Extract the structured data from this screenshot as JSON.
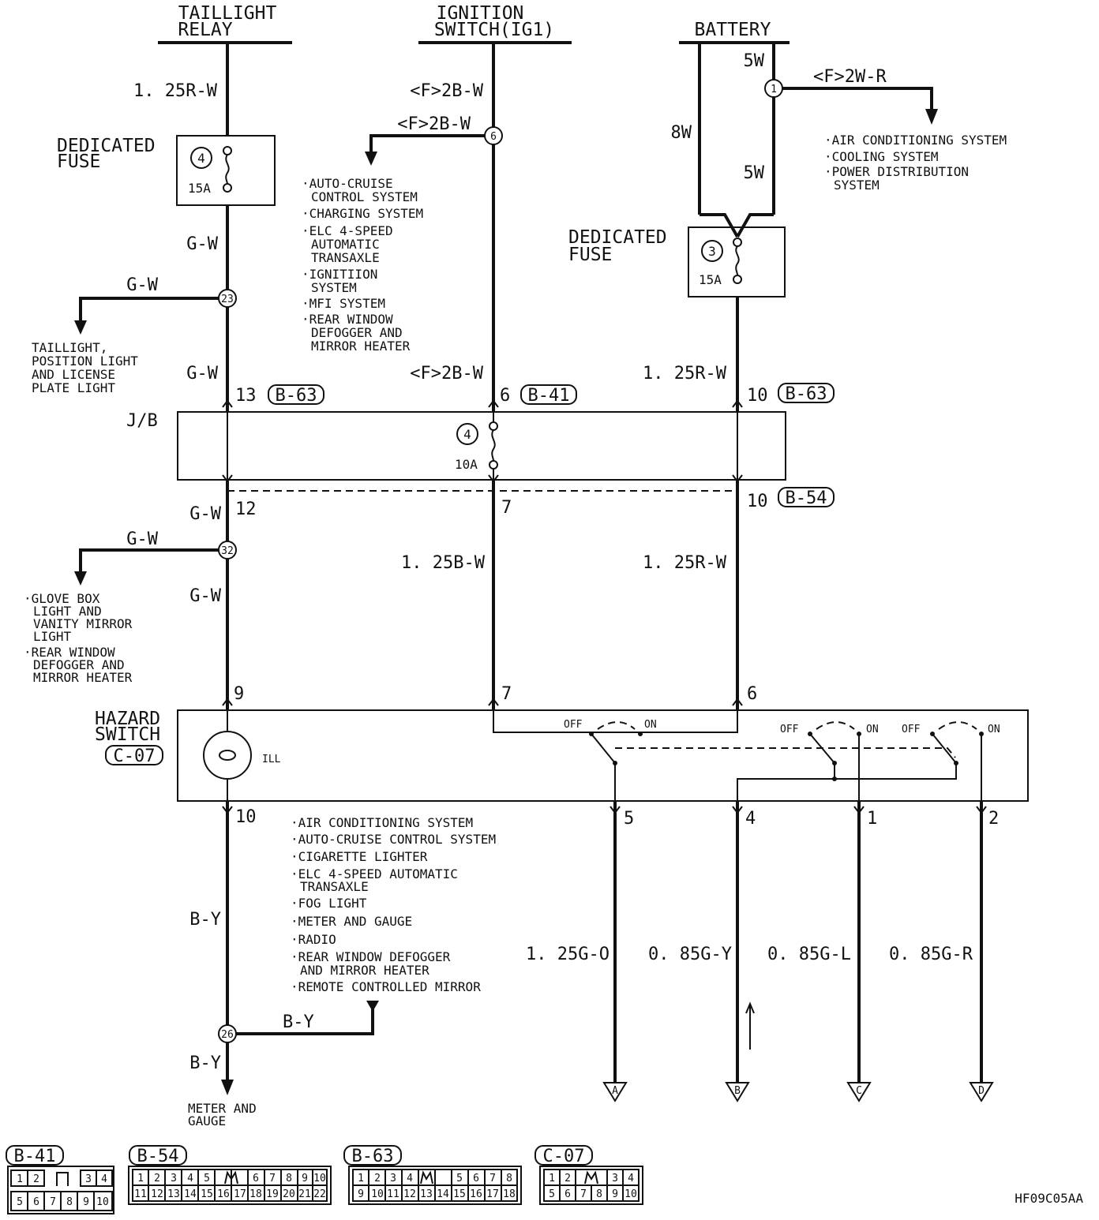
{
  "diagram_id": "HF09C05AA",
  "sources": {
    "taillight_relay": [
      "TAILLIGHT",
      "RELAY"
    ],
    "ignition_switch": [
      "IGNITION",
      "SWITCH(IG1)"
    ],
    "battery": "BATTERY"
  },
  "wires": {
    "w1": "1. 25R-W",
    "w2": "<F>2B-W",
    "w3": "<F>2B-W",
    "w4": "<F>2W-R",
    "w5": "5W",
    "w6": "8W",
    "w7": "5W",
    "w8": "G-W",
    "w9": "G-W",
    "w10": "G-W",
    "w11": "<F>2B-W",
    "w12": "1. 25R-W",
    "w13": "G-W",
    "w14": "G-W",
    "w15": "G-W",
    "w16": "1. 25B-W",
    "w17": "1. 25R-W",
    "w18": "B-Y",
    "w19": "B-Y",
    "w20": "B-Y",
    "w21": "1. 25G-O",
    "w22": "0. 85G-Y",
    "w23": "0. 85G-L",
    "w24": "0. 85G-R"
  },
  "fuses": {
    "f1": {
      "label": [
        "DEDICATED",
        "FUSE"
      ],
      "num": "4",
      "amps": "15A"
    },
    "f2": {
      "label": [
        "DEDICATED",
        "FUSE"
      ],
      "num": "3",
      "amps": "15A"
    },
    "jb": {
      "num": "4",
      "amps": "10A"
    }
  },
  "splices": {
    "s23": "23",
    "s6": "6",
    "s1": "1",
    "s32": "32",
    "s26": "26"
  },
  "lists": {
    "ign": [
      "·AUTO-CRUISE",
      "CONTROL SYSTEM",
      "·CHARGING SYSTEM",
      "·ELC 4-SPEED",
      "AUTOMATIC",
      "TRANSAXLE",
      "·IGNITIION",
      "SYSTEM",
      "·MFI SYSTEM",
      "·REAR WINDOW",
      "DEFOGGER AND",
      "MIRROR HEATER"
    ],
    "bat": [
      "·AIR CONDITIONING SYSTEM",
      "·COOLING SYSTEM",
      "·POWER DISTRIBUTION",
      "SYSTEM"
    ],
    "tail": [
      "TAILLIGHT,",
      "POSITION LIGHT",
      "AND LICENSE",
      "PLATE LIGHT"
    ],
    "glove": [
      "·GLOVE BOX",
      "LIGHT AND",
      "VANITY MIRROR",
      "LIGHT",
      "·REAR WINDOW",
      "DEFOGGER AND",
      "MIRROR HEATER"
    ],
    "by": [
      "·AIR CONDITIONING SYSTEM",
      "·AUTO-CRUISE CONTROL SYSTEM",
      "·CIGARETTE LIGHTER",
      "·ELC 4-SPEED AUTOMATIC",
      "TRANSAXLE",
      "·FOG LIGHT",
      "·METER AND GAUGE",
      "·RADIO",
      "·REAR WINDOW DEFOGGER",
      "AND MIRROR HEATER",
      "·REMOTE CONTROLLED MIRROR"
    ],
    "meter": [
      "METER AND",
      "GAUGE"
    ]
  },
  "jb_label": "J/B",
  "hazard": {
    "label": [
      "HAZARD",
      "SWITCH"
    ],
    "connector": "C-07",
    "ill": "ILL",
    "off": "OFF",
    "on": "ON"
  },
  "pins": {
    "p13": "13",
    "p6a": "6",
    "p10a": "10",
    "p12": "12",
    "p7a": "7",
    "p10b": "10",
    "p9": "9",
    "p7b": "7",
    "p6b": "6",
    "p10c": "10",
    "p5": "5",
    "p4": "4",
    "p1": "1",
    "p2": "2"
  },
  "connectors_ref": {
    "c1": "B-63",
    "c2": "B-41",
    "c3": "B-63",
    "c4": "B-54"
  },
  "terminals": [
    "A",
    "B",
    "C",
    "D"
  ],
  "legend": [
    {
      "name": "B-41",
      "row1": [
        "1",
        "2",
        "",
        "3",
        "4"
      ],
      "row2": [
        "5",
        "6",
        "7",
        "8",
        "9",
        "10"
      ]
    },
    {
      "name": "B-54",
      "row1": [
        "1",
        "2",
        "3",
        "4",
        "5",
        "",
        "6",
        "7",
        "8",
        "9",
        "10"
      ],
      "row2": [
        "11",
        "12",
        "13",
        "14",
        "15",
        "16",
        "17",
        "18",
        "19",
        "20",
        "21",
        "22"
      ]
    },
    {
      "name": "B-63",
      "row1": [
        "1",
        "2",
        "3",
        "4",
        "",
        "5",
        "6",
        "7",
        "8"
      ],
      "row2": [
        "9",
        "10",
        "11",
        "12",
        "13",
        "14",
        "15",
        "16",
        "17",
        "18"
      ]
    },
    {
      "name": "C-07",
      "row1": [
        "1",
        "2",
        "",
        "3",
        "4"
      ],
      "row2": [
        "5",
        "6",
        "7",
        "8",
        "9",
        "10"
      ]
    }
  ]
}
